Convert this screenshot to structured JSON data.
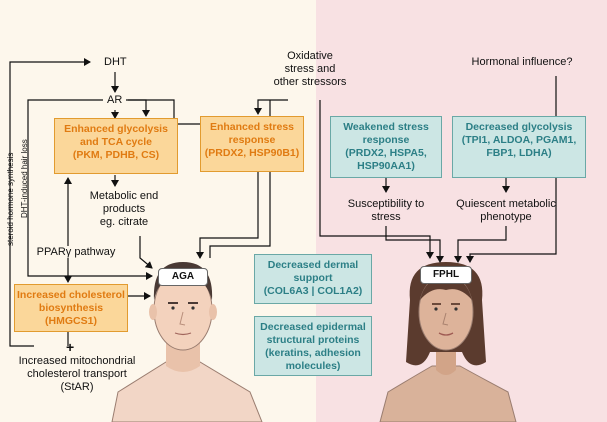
{
  "nodes": {
    "dht": "DHT",
    "ar": "AR",
    "oxidative": [
      "Oxidative",
      "stress and",
      "other stressors"
    ],
    "hormonal": "Hormonal influence?",
    "metabolic_end": [
      "Metabolic end",
      "products",
      "eg. citrate"
    ],
    "ppar": "PPARγ pathway",
    "mito": [
      "Increased mitochondrial",
      "cholesterol transport",
      "(StAR)"
    ],
    "susceptibility": [
      "Susceptibility to",
      "stress"
    ],
    "quiescent": [
      "Quiescent metabolic",
      "phenotype"
    ],
    "plus": "+"
  },
  "boxes": {
    "glycolysis": [
      "Enhanced glycolysis",
      "and TCA cycle",
      "(PKM, PDHB, CS)"
    ],
    "stress_resp": [
      "Enhanced stress",
      "response",
      "(PRDX2, HSP90B1)"
    ],
    "cholesterol": [
      "Increased cholesterol",
      "biosynthesis",
      "(HMGCS1)"
    ],
    "weakened": [
      "Weakened stress",
      "response",
      "(PRDX2, HSPA5,",
      "HSP90AA1)"
    ],
    "decr_glyc": [
      "Decreased glycolysis",
      "(TPI1, ALDOA, PGAM1,",
      "FBP1, LDHA)"
    ],
    "dermal": [
      "Decreased dermal",
      "support",
      "(COL6A3 | COL1A2)"
    ],
    "epidermal": [
      "Decreased epidermal",
      "structural proteins",
      "(keratins,  adhesion",
      "molecules)"
    ]
  },
  "side_labels": {
    "steroid": "steroid hormone synthesis",
    "dht_loss": "DHT-induced hair loss"
  },
  "heads": {
    "aga": "AGA",
    "fphl": "FPHL"
  },
  "colors": {
    "orange_fill": "#fbd79a",
    "orange_text": "#e07b12",
    "teal_fill": "#cce6e4",
    "teal_text": "#2c7f86",
    "left_bg": "#fdf7ec",
    "right_bg": "#f8e1e3"
  }
}
